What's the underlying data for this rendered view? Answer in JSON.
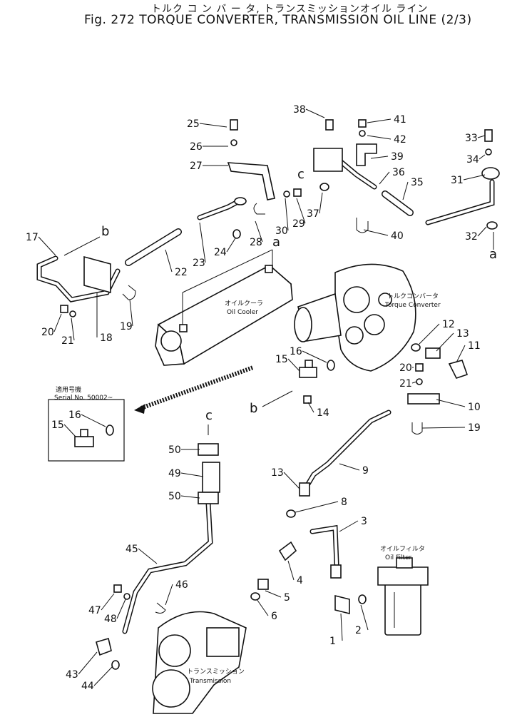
{
  "title_jp": "トルク コ ン バ ー タ, トランスミッションオイル ライン",
  "title": "Fig. 272   TORQUE CONVERTER, TRANSMISSION OIL LINE  (2/3)",
  "labels": {
    "oil_cooler_jp": "オイルクーラ",
    "oil_cooler": "Oil Cooler",
    "torque_converter_jp": "トルクコンバータ",
    "torque_converter": "Torque Converter",
    "oil_filter_jp": "オイルフィルタ",
    "oil_filter": "Oil Filter",
    "transmission_jp": "トランスミッション",
    "transmission": "Transmission",
    "serial_jp": "適用号機",
    "serial": "Serial No. 50002~"
  },
  "refs": {
    "a": "a",
    "b": "b",
    "c": "c"
  },
  "callouts": [
    "1",
    "2",
    "3",
    "4",
    "5",
    "6",
    "8",
    "9",
    "10",
    "11",
    "12",
    "13",
    "14",
    "15",
    "16",
    "17",
    "18",
    "19",
    "20",
    "21",
    "22",
    "23",
    "24",
    "25",
    "26",
    "27",
    "28",
    "29",
    "30",
    "31",
    "32",
    "33",
    "34",
    "35",
    "36",
    "37",
    "38",
    "39",
    "40",
    "41",
    "42",
    "43",
    "44",
    "45",
    "46",
    "47",
    "48",
    "49",
    "50"
  ]
}
